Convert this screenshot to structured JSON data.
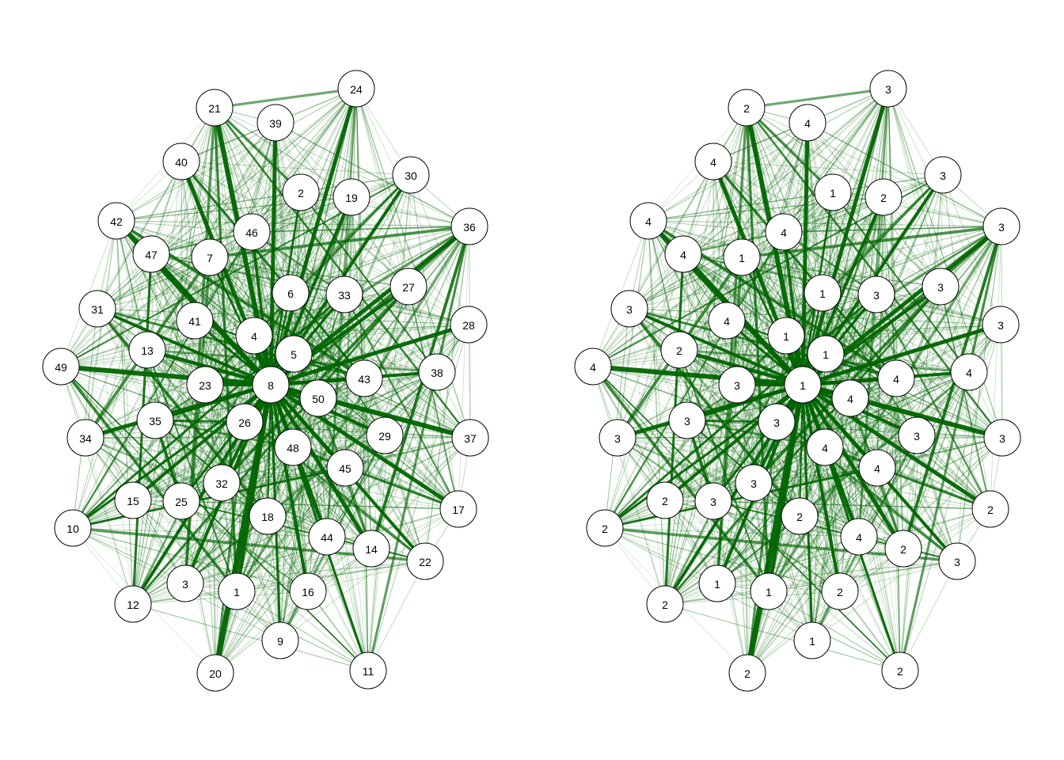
{
  "colors": {
    "edge": "#006400",
    "node_fill": "#ffffff",
    "node_stroke": "#000000",
    "background": "#ffffff"
  },
  "nodes": [
    "1",
    "2",
    "3",
    "4",
    "5",
    "6",
    "7",
    "8",
    "9",
    "10",
    "11",
    "12",
    "13",
    "14",
    "15",
    "16",
    "17",
    "18",
    "19",
    "20",
    "21",
    "22",
    "23",
    "24",
    "25",
    "26",
    "27",
    "28",
    "29",
    "30",
    "31",
    "32",
    "33",
    "34",
    "35",
    "36",
    "37",
    "38",
    "39",
    "40",
    "41",
    "42",
    "43",
    "44",
    "45",
    "46",
    "47",
    "48",
    "49",
    "50"
  ],
  "groups": [
    "1",
    "1",
    "1",
    "1",
    "1",
    "1",
    "1",
    "1",
    "1",
    "2",
    "2",
    "2",
    "2",
    "2",
    "2",
    "2",
    "2",
    "2",
    "2",
    "2",
    "2",
    "3",
    "3",
    "3",
    "3",
    "3",
    "3",
    "3",
    "3",
    "3",
    "3",
    "3",
    "3",
    "3",
    "3",
    "3",
    "3",
    "4",
    "4",
    "4",
    "4",
    "4",
    "4",
    "4",
    "4",
    "4",
    "4",
    "4",
    "4",
    "4"
  ],
  "panels": [
    {
      "name": "node-ids",
      "label_source": "nodes"
    },
    {
      "name": "node-groups",
      "label_source": "groups"
    }
  ],
  "hub": "8"
}
